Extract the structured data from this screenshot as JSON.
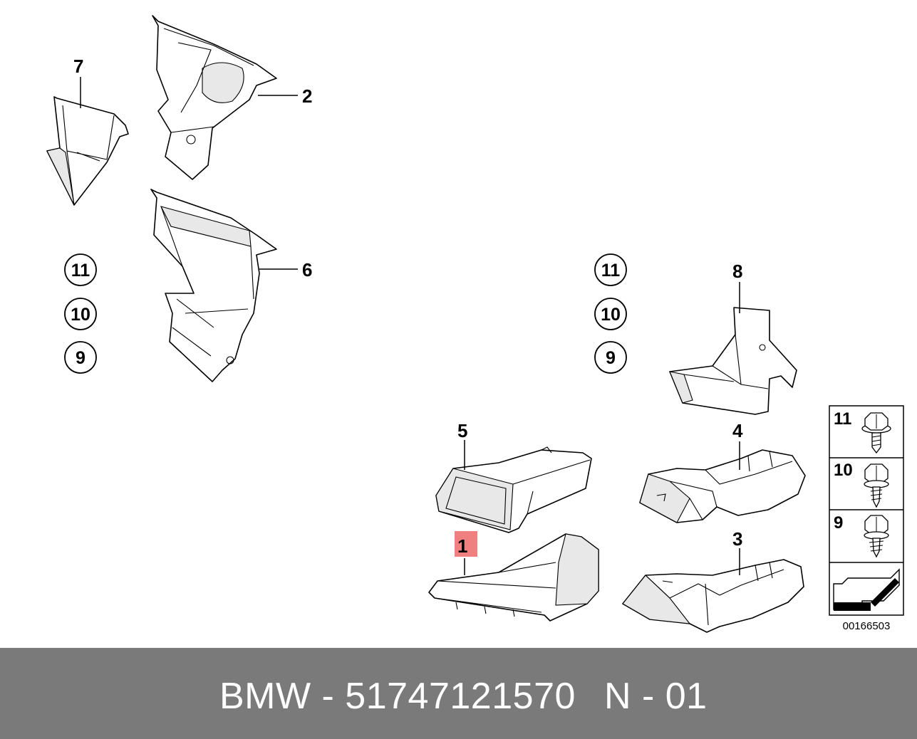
{
  "labels": {
    "p7": "7",
    "p2": "2",
    "p6": "6",
    "p8": "8",
    "p5": "5",
    "p4": "4",
    "p1": "1",
    "p3": "3"
  },
  "circled_left": [
    "11",
    "10",
    "9"
  ],
  "circled_right": [
    "11",
    "10",
    "9"
  ],
  "legend": [
    "11",
    "10",
    "9"
  ],
  "reference_number": "00166503",
  "highlight_color": "#f08080",
  "footer": {
    "part_text": "BMW - 51747121570",
    "code_text": "N - 01"
  }
}
